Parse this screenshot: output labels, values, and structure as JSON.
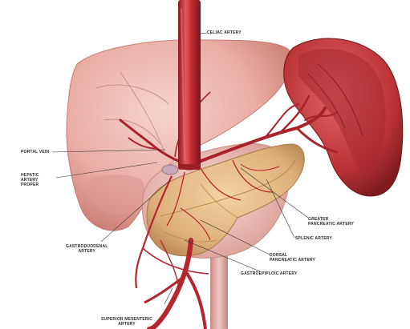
{
  "labels": {
    "celiac_artery": "CELIAC ARTERY",
    "portal_vein": "PORTAL VEIN",
    "hepatic_artery_proper": [
      "HEPATIC",
      "ARTERY",
      "PROPER"
    ],
    "greater_pancreatic_artery": [
      "GREATER",
      "PANCREATIC ARTERY"
    ],
    "splenic_artery": "SPLENIC ARTERY",
    "gastroduodenal_artery": [
      "GASTRODUODENAL",
      "ARTERY"
    ],
    "dorsal_pancreatic_artery": [
      "DORSAL",
      "PANCREATIC ARTERY"
    ],
    "gastroepiploic_artery": "GASTROEPIPLOIC ARTERY",
    "superior_mesenteric_artery": [
      "SUPERIOR MESENTERIC",
      "ARTERY"
    ]
  },
  "colors": {
    "artery": "#b8242c",
    "artery_highlight": "#e0545a",
    "liver": "#e7aba2",
    "spleen": "#c23a3c",
    "pancreas": "#dcb17c",
    "stomach": "#e9bdb5"
  }
}
